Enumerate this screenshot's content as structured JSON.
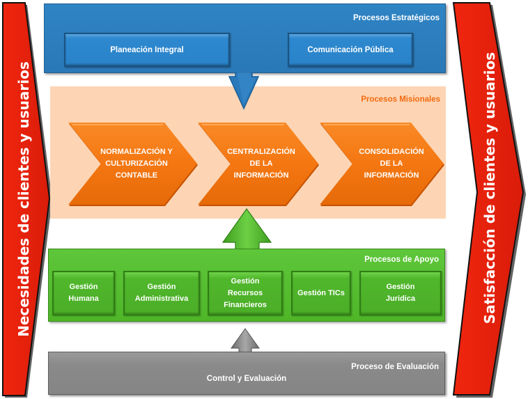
{
  "title": "Mapa de Procesos",
  "input_side": {
    "label": "Necesidades de clientes y usuarios",
    "color": "#e8200c"
  },
  "output_side": {
    "label": "Satisfacción  de clientes y usuarios",
    "color": "#e8200c"
  },
  "strategic": {
    "title": "Procesos Estratégicos",
    "color": "#2b7bbb",
    "items": [
      {
        "label": "Planeación Integral"
      },
      {
        "label": "Comunicación Pública"
      }
    ]
  },
  "missional": {
    "title": "Procesos Misionales",
    "title_color": "#f26a10",
    "background": "#fdd5b4",
    "chevron_color": "#f47a14",
    "items": [
      {
        "lines": [
          "NORMALIZACIÓN Y",
          "CULTURIZACIÓN",
          "CONTABLE"
        ]
      },
      {
        "lines": [
          "CENTRALIZACIÓN",
          "DE LA",
          "INFORMACIÓN"
        ]
      },
      {
        "lines": [
          "CONSOLIDACIÓN",
          "DE LA",
          "INFORMACIÓN"
        ]
      }
    ]
  },
  "support": {
    "title": "Procesos de Apoyo",
    "color": "#52b82d",
    "items": [
      {
        "lines": [
          "Gestión",
          "Humana"
        ]
      },
      {
        "lines": [
          "Gestión",
          "Administrativa"
        ]
      },
      {
        "lines": [
          "Gestión",
          "Recursos",
          "Financieros"
        ]
      },
      {
        "lines": [
          "Gestión TICs"
        ]
      },
      {
        "lines": [
          "Gestión",
          "Juridica"
        ]
      }
    ]
  },
  "evaluation": {
    "title": "Proceso de Evaluación",
    "color": "#8a8a8a",
    "items": [
      {
        "label": "Control y Evaluación"
      }
    ]
  }
}
